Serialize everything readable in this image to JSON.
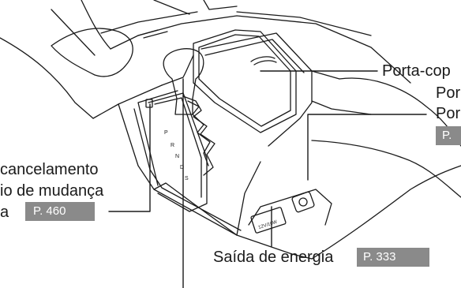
{
  "labels": {
    "cup_holder": "Porta-cop",
    "right_line1": "Por",
    "right_line2": "Por",
    "right_ref": "P.",
    "shift_lock_line1": "cancelamento",
    "shift_lock_line2": "io de mudança",
    "shift_lock_line3": "a",
    "shift_lock_ref": "P. 460",
    "power_outlet": "Saída de energia",
    "power_outlet_ref": "P. 333"
  },
  "diagram_text": {
    "gear_letters": [
      "P",
      "R",
      "N",
      "D",
      "S"
    ],
    "outlet_sticker": "12V/10W"
  },
  "colors": {
    "stroke": "#1a1a1a",
    "ref_box": "#8a8a8a",
    "ref_text": "#ffffff"
  }
}
